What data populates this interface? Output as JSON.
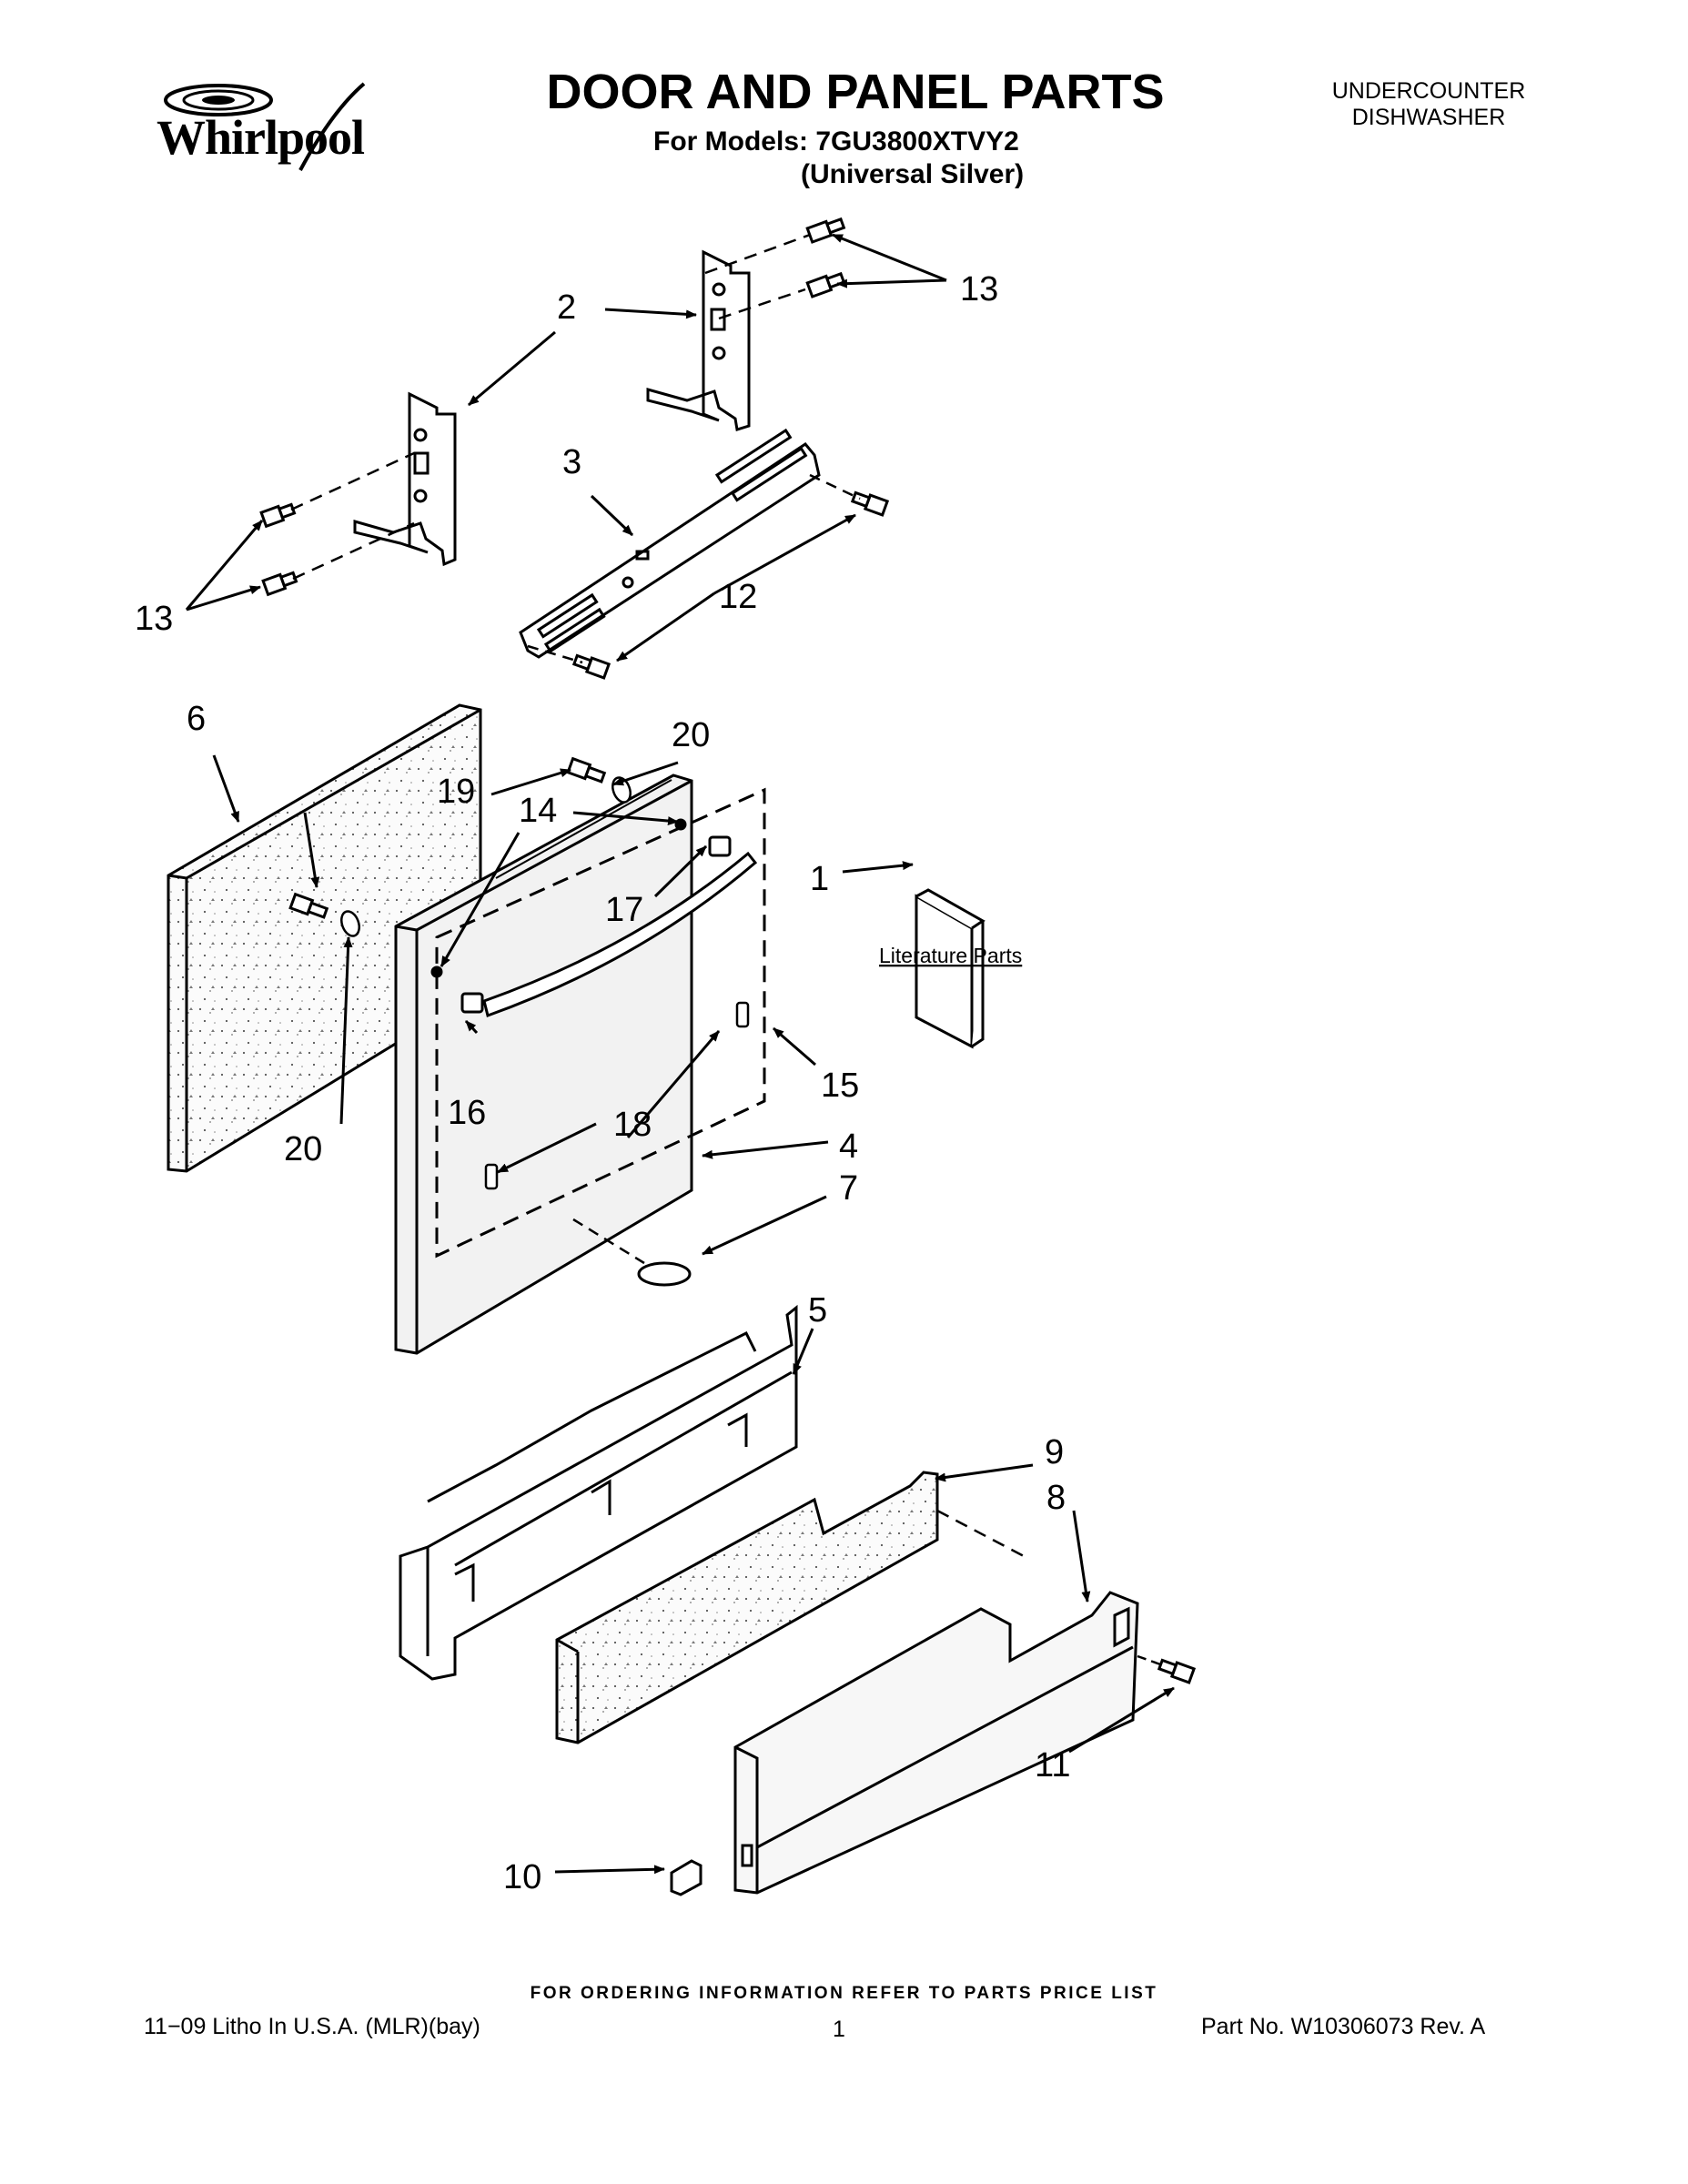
{
  "header": {
    "brand": "Whirlpool",
    "title": "DOOR AND PANEL PARTS",
    "models_line": "For Models: 7GU3800XTVY2",
    "finish_line": "(Universal Silver)",
    "category_line1": "UNDERCOUNTER",
    "category_line2": "DISHWASHER"
  },
  "diagram": {
    "callouts": {
      "c1": "1",
      "c2": "2",
      "c3": "3",
      "c4": "4",
      "c5": "5",
      "c6": "6",
      "c7": "7",
      "c8": "8",
      "c9": "9",
      "c10": "10",
      "c11": "11",
      "c12": "12",
      "c13a": "13",
      "c13b": "13",
      "c14": "14",
      "c15": "15",
      "c16": "16",
      "c17": "17",
      "c18": "18",
      "c19": "19",
      "c20a": "20",
      "c20b": "20"
    },
    "literature_label": "Literature Parts"
  },
  "footer": {
    "ordering_note": "FOR ORDERING INFORMATION REFER TO PARTS PRICE LIST",
    "print_info": "11−09 Litho In U.S.A. (MLR)(bay)",
    "page_number": "1",
    "part_number": "Part No. W10306073 Rev. A"
  },
  "colors": {
    "ink": "#000000",
    "paper": "#ffffff",
    "panel_fill": "#f2f2f2"
  }
}
